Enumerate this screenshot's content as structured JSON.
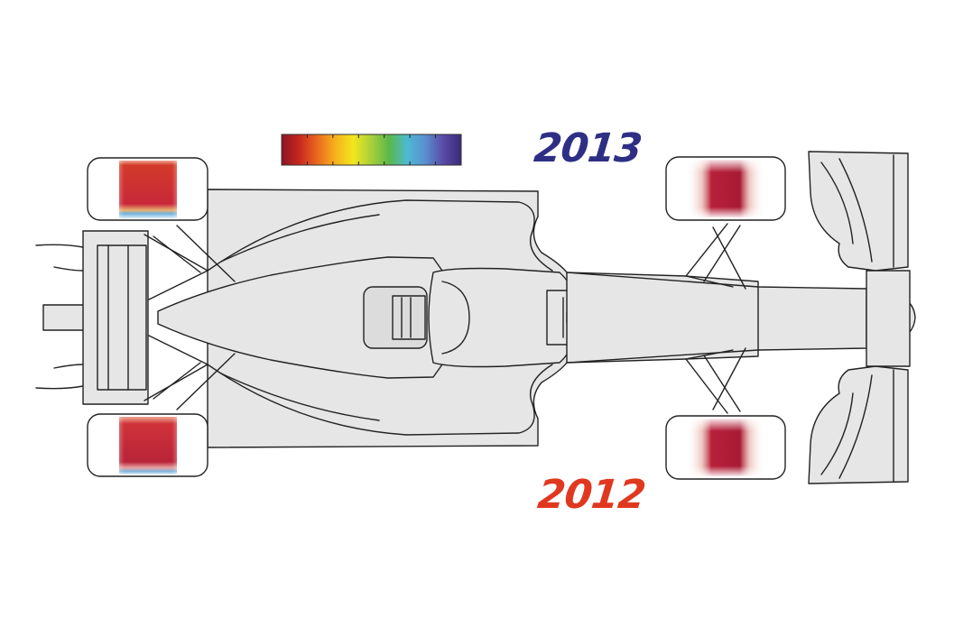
{
  "labels": {
    "year_top": "2013",
    "year_bottom": "2012"
  },
  "colors": {
    "year_top": "#2e2f84",
    "year_bottom": "#e0381f",
    "body_fill": "#e6e6e6",
    "outline": "#222222",
    "scale": [
      "#8b1425",
      "#c8281e",
      "#ea6a1f",
      "#f6b21c",
      "#f2e61e",
      "#a8cf3a",
      "#58b84a",
      "#4cbad2",
      "#5a8fd0",
      "#5a4aa6",
      "#3a2a7a"
    ]
  },
  "icons": {
    "color_scale": "temperature-gradient-bar",
    "car": "f1-car-top-view",
    "tyres": "tyre-heat-map"
  }
}
